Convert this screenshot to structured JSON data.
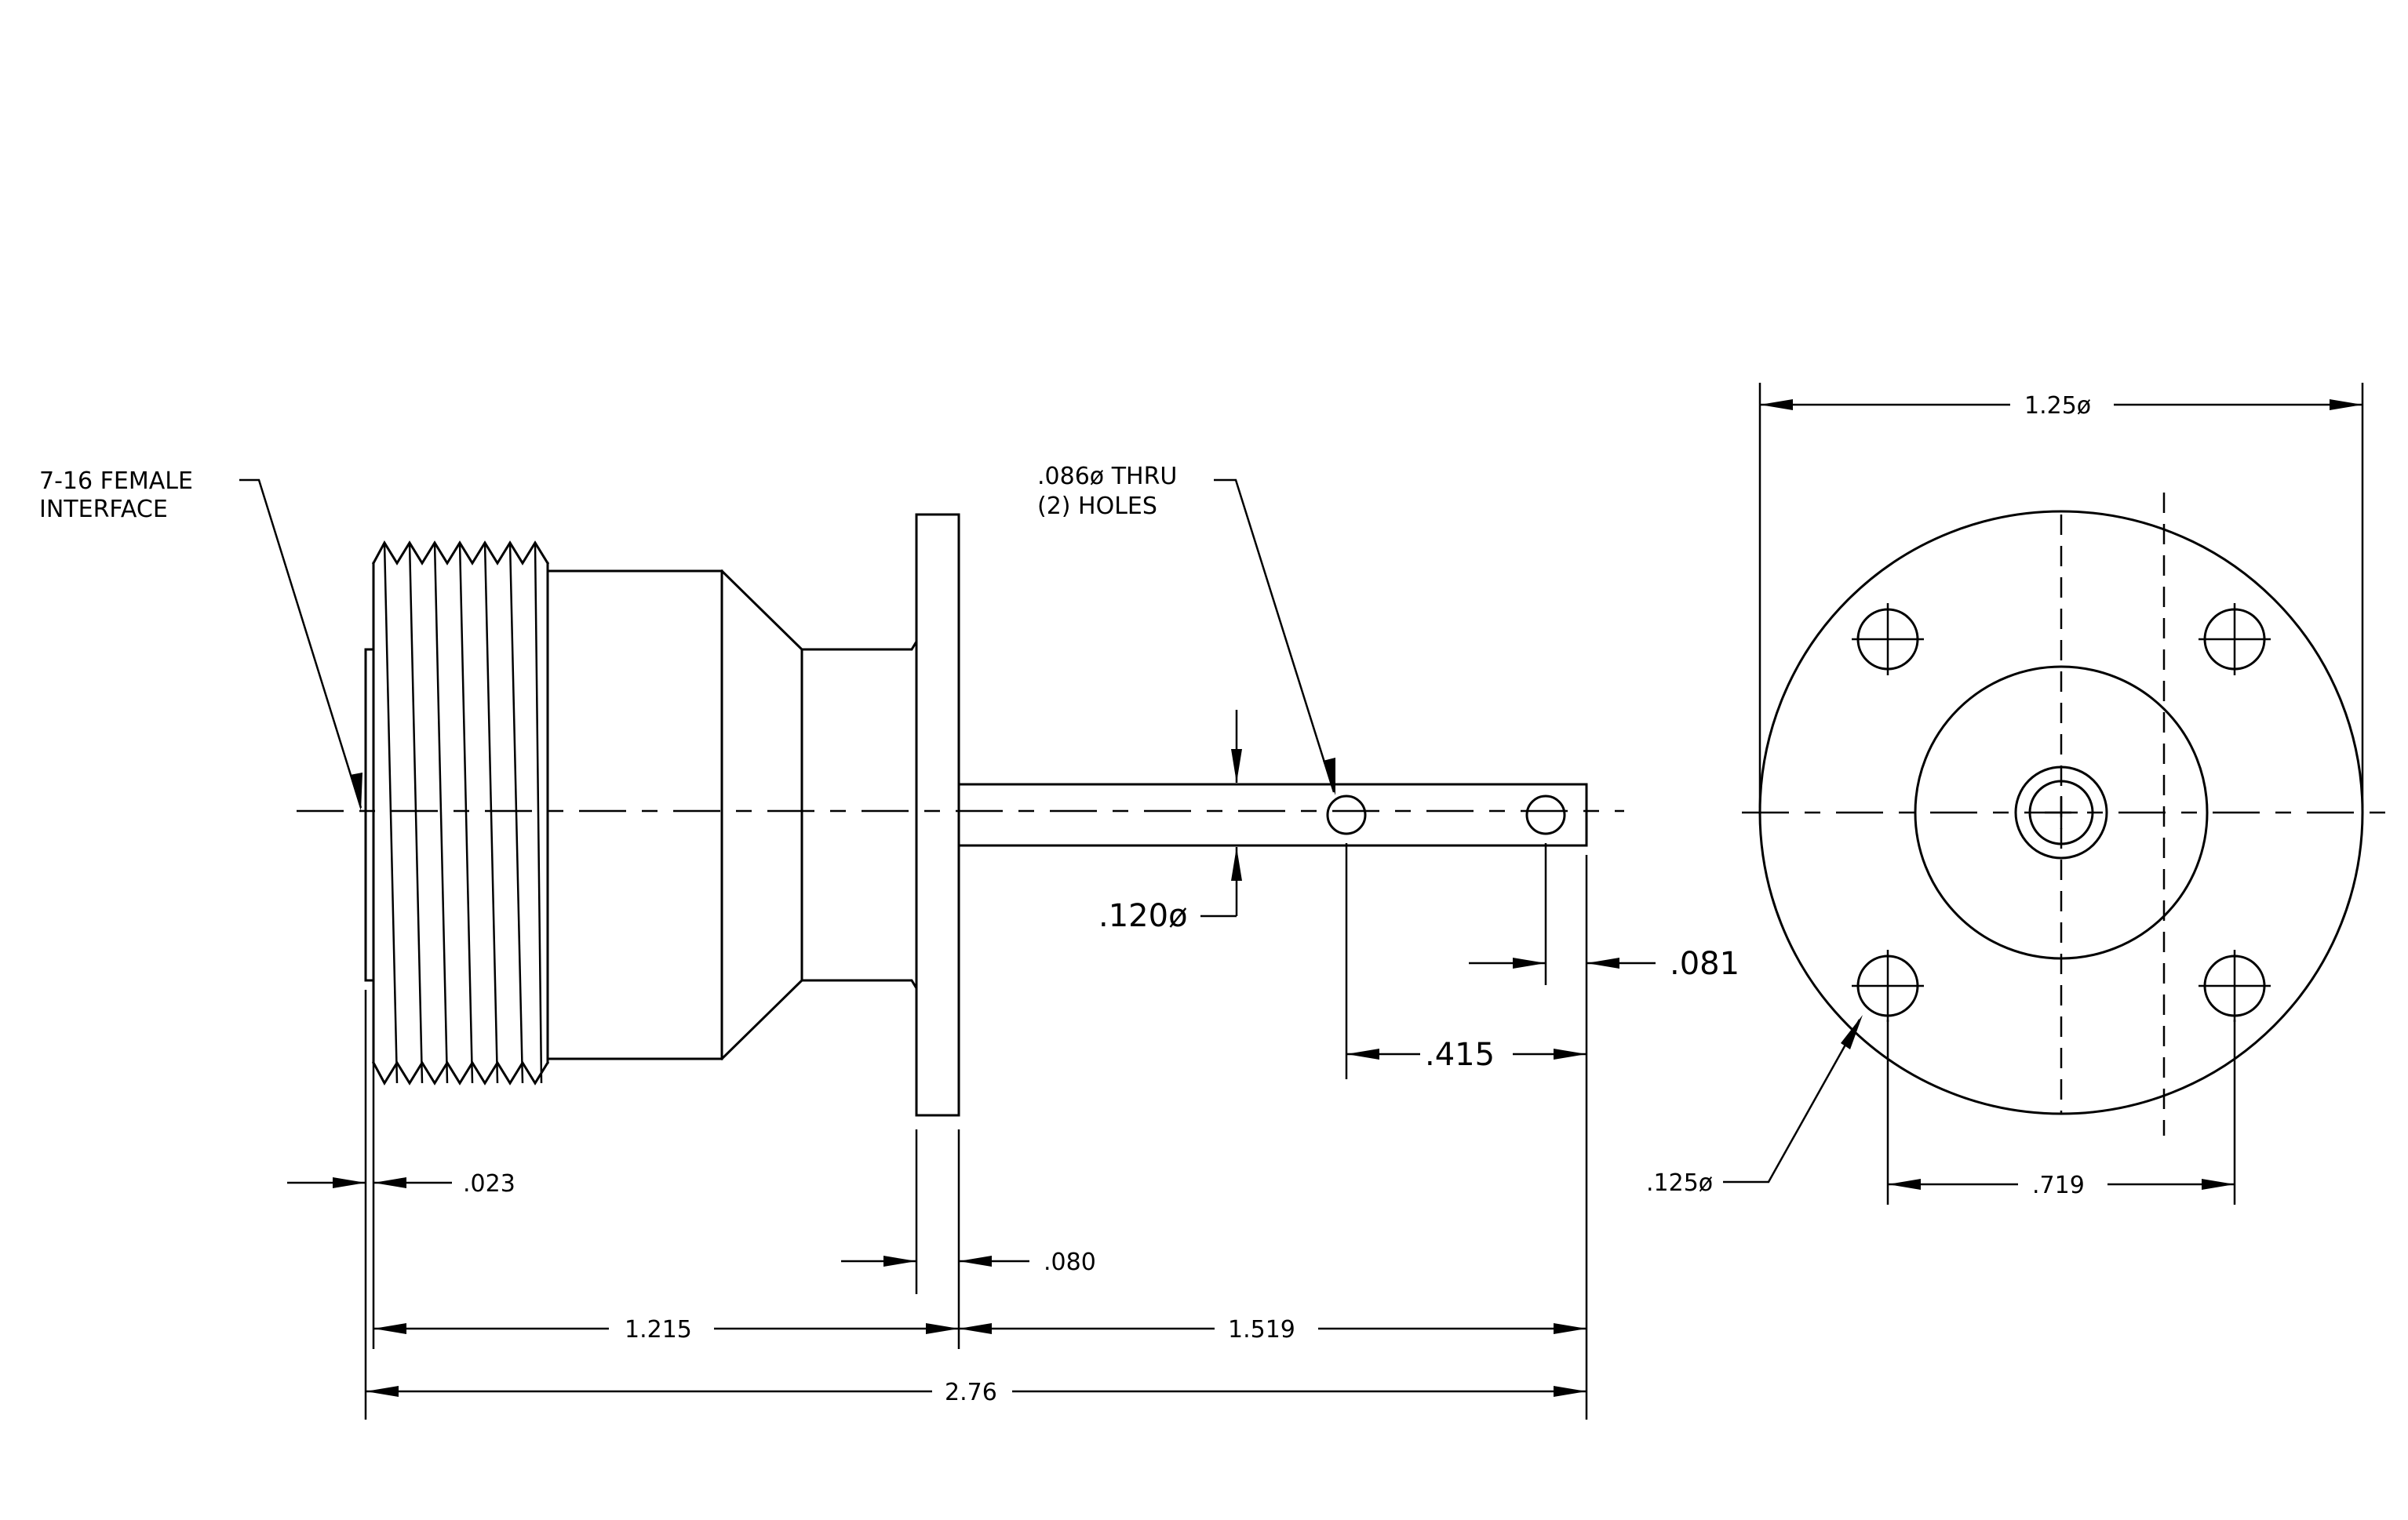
{
  "labels": {
    "interface_line1": "7-16 FEMALE",
    "interface_line2": "INTERFACE",
    "holes_line1": ".086ø THRU",
    "holes_line2": "(2)  HOLES",
    "dim_pin_dia": ".120ø",
    "dim_hole_edge": ".081",
    "dim_hole_spacing": ".415",
    "dim_lip": ".023",
    "dim_flange": ".080",
    "dim_body": "1.215",
    "dim_pin_len": "1.519",
    "dim_overall": "2.76",
    "dim_flange_dia": "1.25ø",
    "dim_bolt_hole": ".125ø",
    "dim_bolt_spacing": ".719"
  },
  "colors": {
    "line": "#000000",
    "background": "#ffffff"
  }
}
